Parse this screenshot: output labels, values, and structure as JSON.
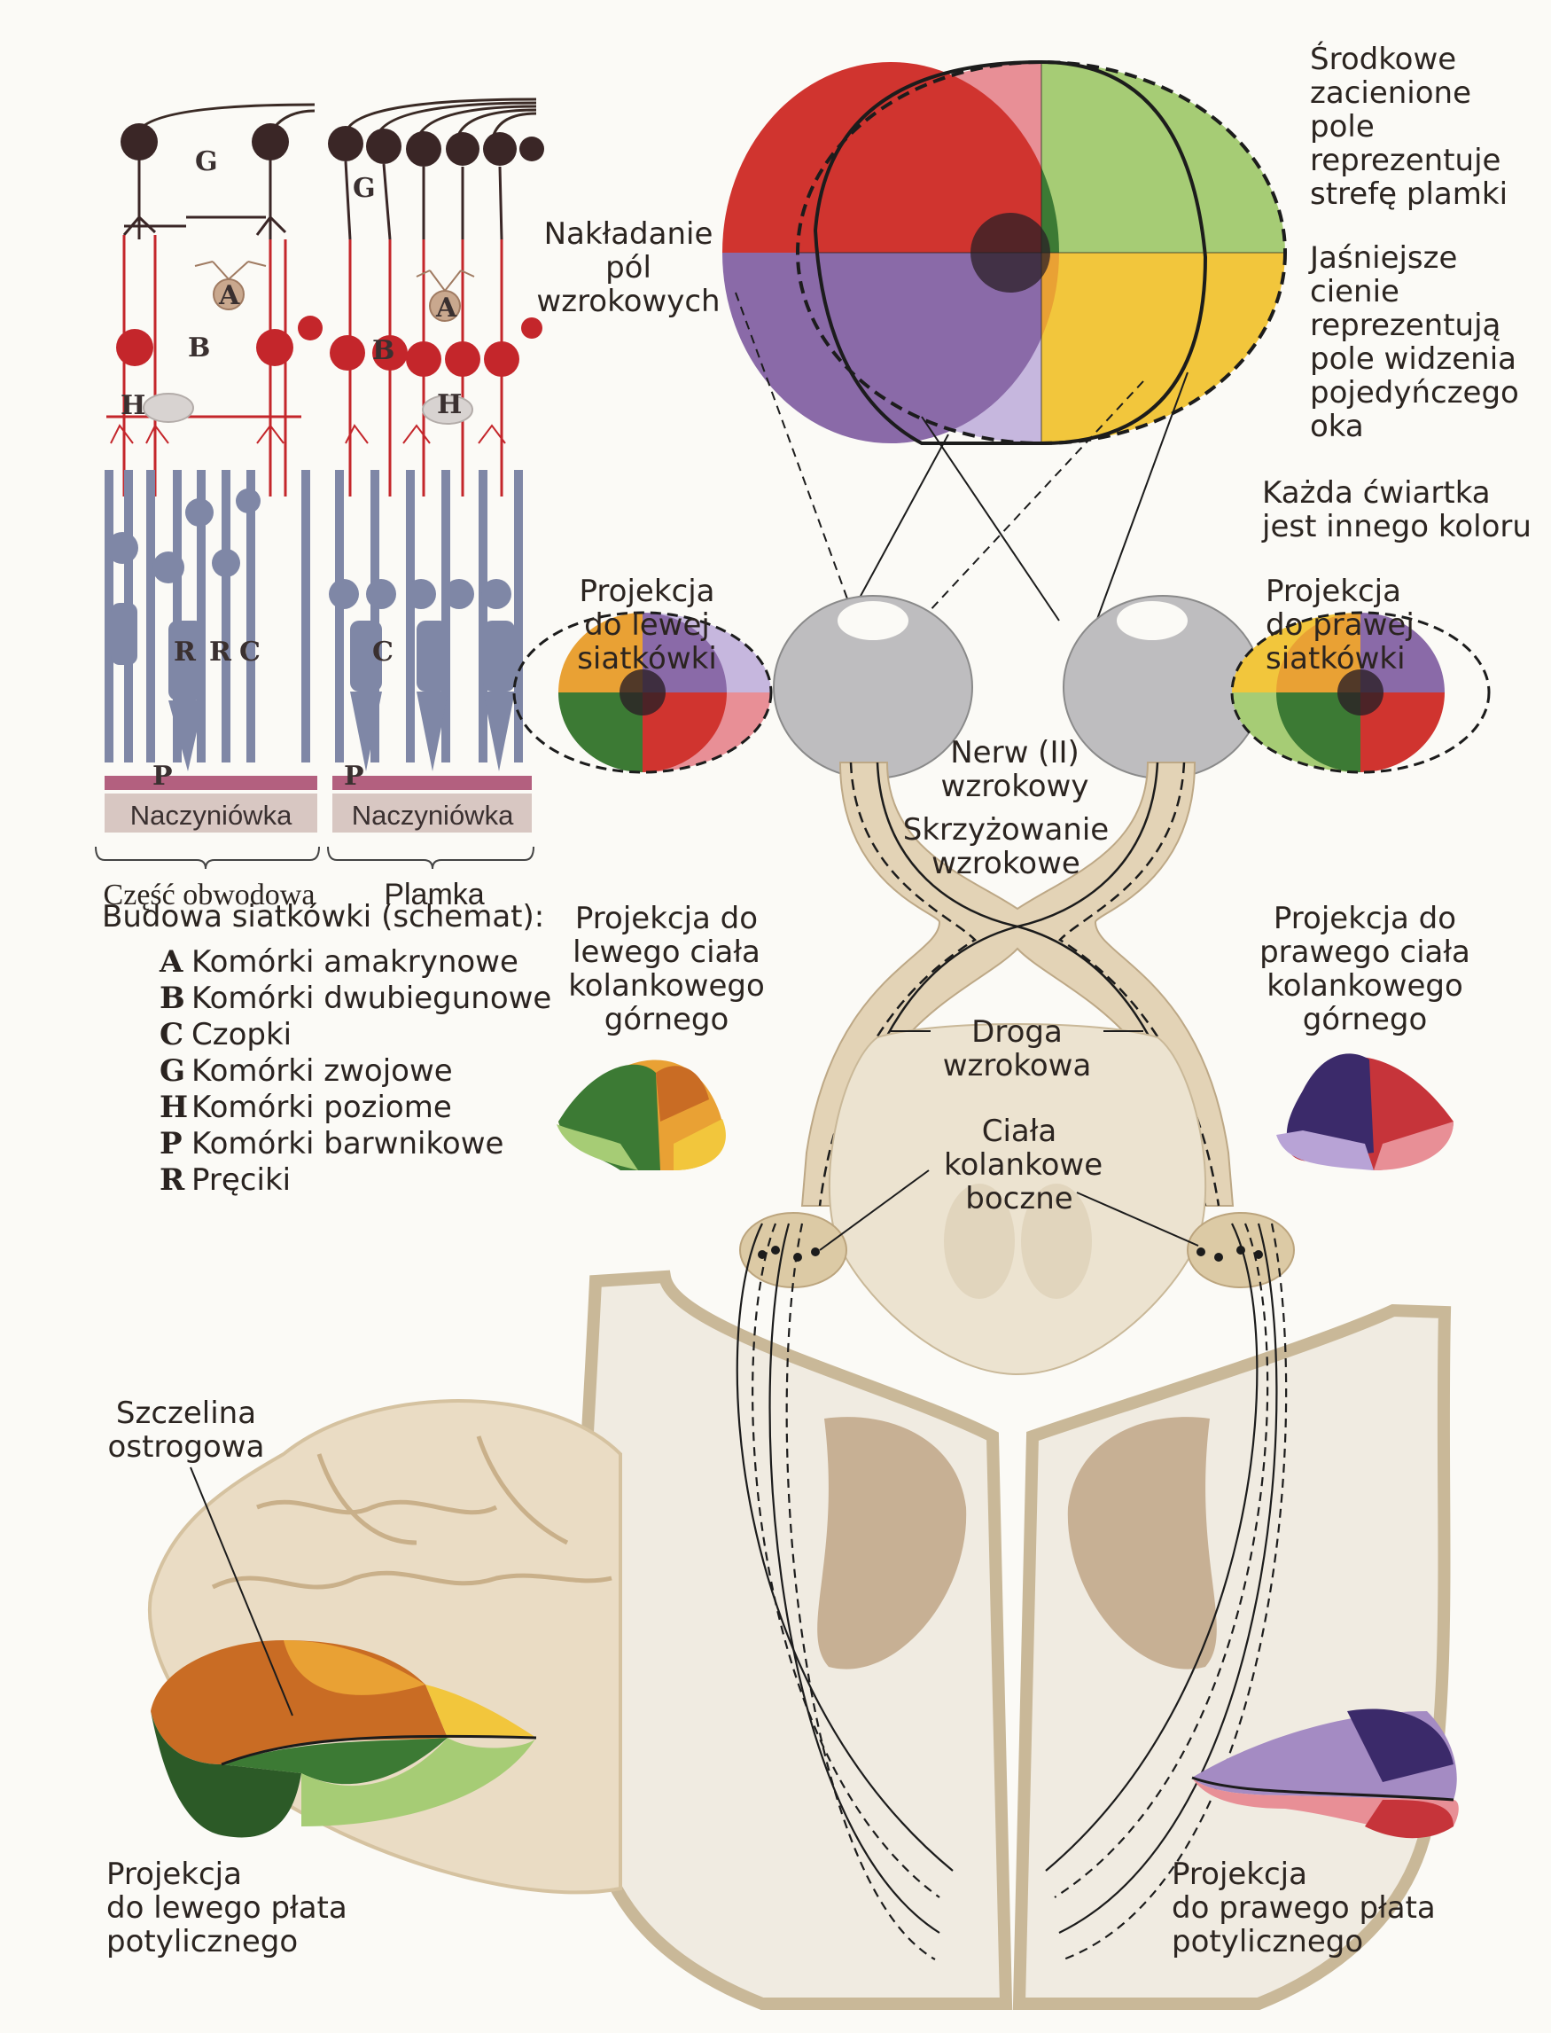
{
  "labels": {
    "center_shaded": [
      "Środkowe",
      "zacienione",
      "pole",
      "reprezentuje",
      "strefę plamki"
    ],
    "lighter_shades": [
      "Jaśniejsze",
      "cienie",
      "reprezentują",
      "pole widzenia",
      "pojedyńczego",
      "oka"
    ],
    "each_quarter": [
      "Każda ćwiartka",
      "jest innego koloru"
    ],
    "overlap": [
      "Nakładanie",
      "pól",
      "wzrokowych"
    ],
    "proj_left_retina": [
      "Projekcja",
      "do lewej",
      "siatkówki"
    ],
    "proj_right_retina": [
      "Projekcja",
      "do prawej",
      "siatkówki"
    ],
    "optic_nerve": [
      "Nerw (II)",
      "wzrokowy"
    ],
    "chiasm": [
      "Skrzyżowanie",
      "wzrokowe"
    ],
    "proj_left_lgn": [
      "Projekcja do",
      "lewego ciała",
      "kolankowego",
      "górnego"
    ],
    "proj_right_lgn": [
      "Projekcja do",
      "prawego ciała",
      "kolankowego",
      "górnego"
    ],
    "optic_tract": [
      "Droga",
      "wzrokowa"
    ],
    "lgn": [
      "Ciała",
      "kolankowe",
      "boczne"
    ],
    "calcarine": [
      "Szczelina",
      "ostrogowa"
    ],
    "proj_left_occipital": [
      "Projekcja",
      "do lewego płata",
      "potylicznego"
    ],
    "proj_right_occipital": [
      "Projekcja",
      "do prawego płata",
      "potylicznego"
    ]
  },
  "retina": {
    "choroid_left": "Naczyniówka",
    "choroid_right": "Naczyniówka",
    "part_peripheral": "Część obwodowa",
    "part_macula": "Plamka",
    "cell_letters": {
      "G": "G",
      "A": "A",
      "B": "B",
      "H": "H",
      "R": "R",
      "C": "C",
      "P": "P"
    }
  },
  "legend": {
    "title": "Budowa siatkówki (schemat):",
    "items": [
      {
        "key": "A",
        "text": "Komórki amakrynowe"
      },
      {
        "key": "B",
        "text": "Komórki dwubiegunowe"
      },
      {
        "key": "C",
        "text": "Czopki"
      },
      {
        "key": "G",
        "text": "Komórki zwojowe"
      },
      {
        "key": "H",
        "text": "Komórki poziome"
      },
      {
        "key": "P",
        "text": "Komórki barwnikowe"
      },
      {
        "key": "R",
        "text": "Pręciki"
      }
    ]
  },
  "colors": {
    "red": "#d0342f",
    "dark_green": "#3c7a34",
    "light_green": "#a6cc75",
    "pink": "#e88f96",
    "purple": "#8a6aa8",
    "lavender": "#c6b7de",
    "orange": "#e9a134",
    "yellow": "#f2c63c",
    "tan": "#e0cfae",
    "nerve": "#d9c6a3",
    "cell_red": "#c4262b",
    "cell_blue": "#7f87a6",
    "cell_dark": "#3a2626"
  }
}
